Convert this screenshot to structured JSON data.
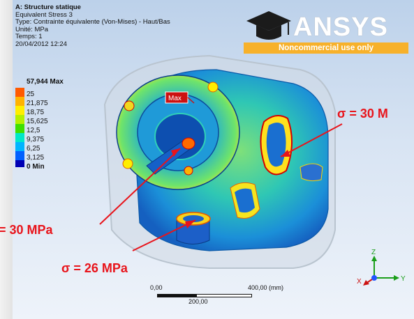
{
  "header": {
    "title": "A: Structure statique",
    "lines": [
      "Equivalent Stress 3",
      "Type: Contrainte équivalente (Von-Mises) - Haut/Bas",
      "Unité: MPa",
      "Temps: 1",
      "20/04/2012 12:24"
    ]
  },
  "legend": {
    "items": [
      {
        "label": "57,944 Max",
        "color": "#d40000"
      },
      {
        "label": "25",
        "color": "#ff5a00"
      },
      {
        "label": "21,875",
        "color": "#ffb300"
      },
      {
        "label": "18,75",
        "color": "#ffee00"
      },
      {
        "label": "15,625",
        "color": "#b5f000"
      },
      {
        "label": "12,5",
        "color": "#3ee000"
      },
      {
        "label": "9,375",
        "color": "#00e8c8"
      },
      {
        "label": "6,25",
        "color": "#00b4ff"
      },
      {
        "label": "3,125",
        "color": "#0060ff"
      },
      {
        "label": "0 Min",
        "color": "#0000b4"
      }
    ]
  },
  "logo": {
    "brand": "ANSYS",
    "note": "Noncommercial use only"
  },
  "probe": {
    "label": "Max"
  },
  "annotations": {
    "top_right": "σ = 30 M",
    "left": "= 30 MPa",
    "bottom": "σ = 26 MPa"
  },
  "scale_bar": {
    "left": "0,00",
    "right": "400,00 (mm)",
    "mid": "200,00"
  },
  "triad": {
    "x": "X",
    "y": "Y",
    "z": "Z"
  },
  "colors": {
    "annotation": "#e8141b",
    "probe": "#cc1111",
    "logo_band": "#f7b12b"
  }
}
